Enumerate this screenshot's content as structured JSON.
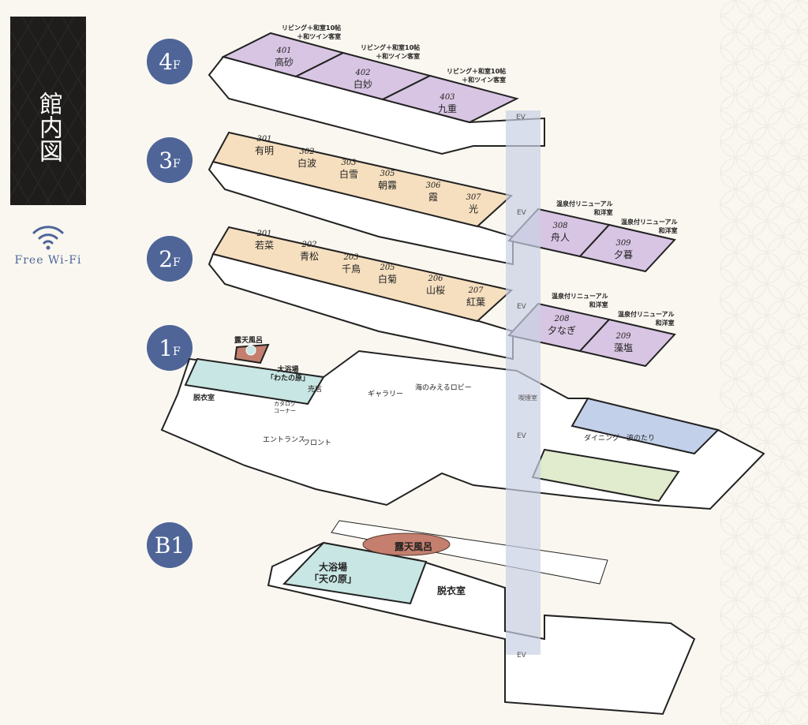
{
  "title": "館内図",
  "wifi": {
    "icon": "wifi-icon",
    "label": "Free Wi-Fi"
  },
  "floors": [
    {
      "num": "4",
      "unit": "F"
    },
    {
      "num": "3",
      "unit": "F"
    },
    {
      "num": "2",
      "unit": "F"
    },
    {
      "num": "1",
      "unit": "F"
    },
    {
      "num": "B1",
      "unit": ""
    }
  ],
  "colors": {
    "badge": "#4f6598",
    "suite": "#d8c5e3",
    "japanese": "#f6dfbf",
    "bath": "#c8e6e3",
    "outdoor_bath": "#c47f6e",
    "dining": "#c2d0ea",
    "dining2": "#e1ebcd",
    "ev_shaft": "#c9d0e4"
  },
  "rooms4": [
    {
      "num": "401",
      "name": "高砂"
    },
    {
      "num": "402",
      "name": "白妙"
    },
    {
      "num": "403",
      "name": "九重"
    }
  ],
  "suite_note_line1": "リビング＋和室10帖",
  "suite_note_line2": "＋和ツイン客室",
  "rooms3": [
    {
      "num": "301",
      "name": "有明"
    },
    {
      "num": "302",
      "name": "白波"
    },
    {
      "num": "303",
      "name": "白雪"
    },
    {
      "num": "305",
      "name": "朝霧"
    },
    {
      "num": "306",
      "name": "霞"
    },
    {
      "num": "307",
      "name": "光"
    },
    {
      "num": "308",
      "name": "舟人"
    },
    {
      "num": "309",
      "name": "夕暮"
    }
  ],
  "rooms2": [
    {
      "num": "201",
      "name": "若菜"
    },
    {
      "num": "202",
      "name": "青松"
    },
    {
      "num": "203",
      "name": "千鳥"
    },
    {
      "num": "205",
      "name": "白菊"
    },
    {
      "num": "206",
      "name": "山桜"
    },
    {
      "num": "207",
      "name": "紅葉"
    },
    {
      "num": "208",
      "name": "夕なぎ"
    },
    {
      "num": "209",
      "name": "藻塩"
    }
  ],
  "renewal_note_line1": "温泉付リニューアル",
  "renewal_note_line2": "和洋室",
  "ev": "EV",
  "f1": {
    "outdoor_bath": "露天風呂",
    "bath_line1": "大浴場",
    "bath_line2": "「わたの原」",
    "shop": "売店",
    "changing": "脱衣室",
    "catalog_line1": "カタログ",
    "catalog_line2": "コーナー",
    "gallery": "ギャラリー",
    "lobby": "海のみえるロビー",
    "entrance": "エントランス",
    "front": "フロント",
    "smoking": "喫煙室",
    "dining": "ダイニング　波のたり"
  },
  "b1": {
    "outdoor_bath": "露天風呂",
    "bath_line1": "大浴場",
    "bath_line2": "「天の原」",
    "changing": "脱衣室"
  }
}
